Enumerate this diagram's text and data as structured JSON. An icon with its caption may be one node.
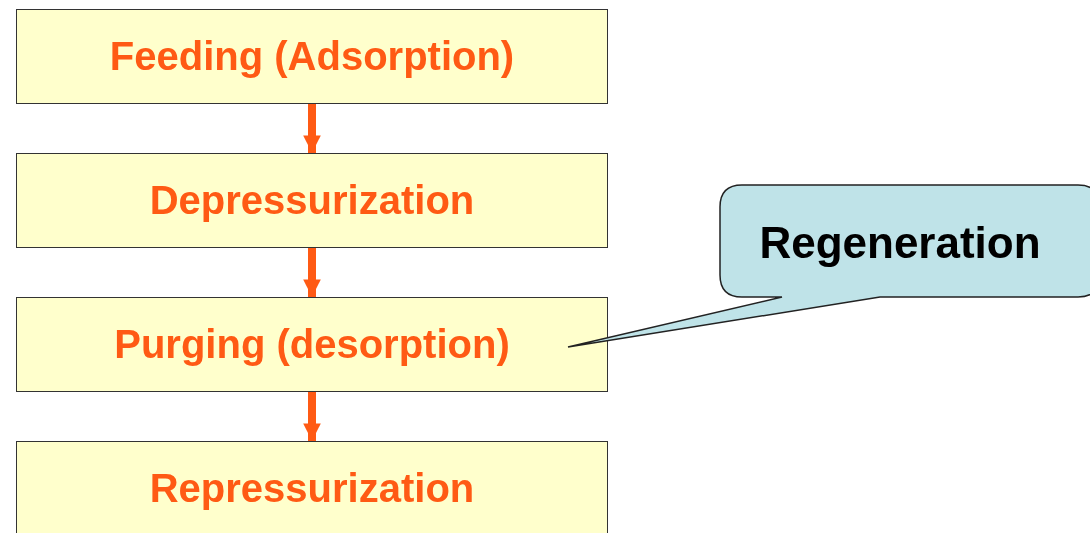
{
  "diagram": {
    "nodes": [
      {
        "text": [
          "Feeding (Adsorption)"
        ]
      },
      {
        "text": [
          "Depressurization"
        ]
      },
      {
        "text": [
          "Purging (desorption)"
        ]
      },
      {
        "text": [
          "Repressurization"
        ]
      },
      {
        "text": [
          "Regeneration"
        ]
      }
    ],
    "edges": [
      {
        "from": 0,
        "to": 1,
        "arrow": "to"
      },
      {
        "from": 1,
        "to": 2,
        "arrow": "to"
      },
      {
        "from": 2,
        "to": 3,
        "arrow": "to"
      }
    ]
  }
}
